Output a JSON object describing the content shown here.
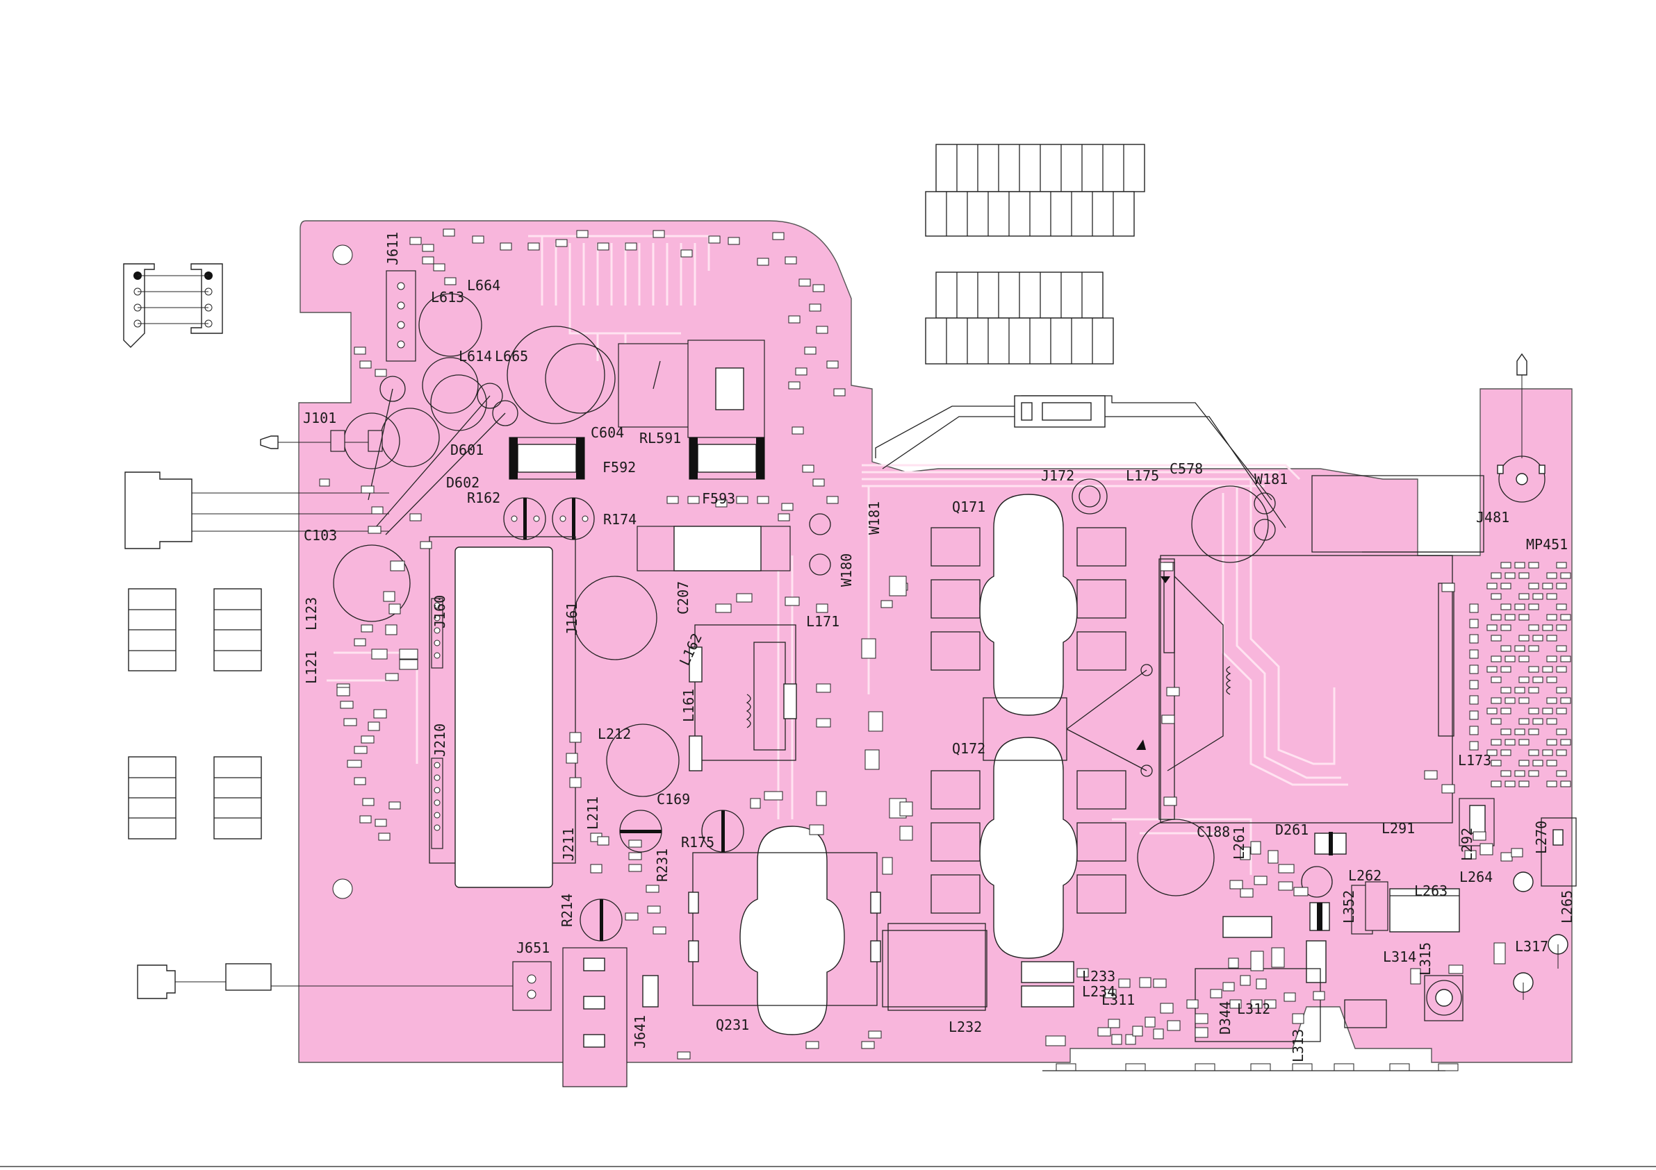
{
  "colors": {
    "board": "#f8b6dc",
    "outline": "#222222",
    "trace": "#ffe3f1",
    "background": "#ffffff"
  },
  "labels": {
    "J611": "J611",
    "L664": "L664",
    "L613": "L613",
    "L614": "L614",
    "L665": "L665",
    "J101": "J101",
    "C604": "C604",
    "RL591": "RL591",
    "D601": "D601",
    "F592": "F592",
    "D602": "D602",
    "R162": "R162",
    "R174": "R174",
    "F593": "F593",
    "C103": "C103",
    "J161": "J161",
    "J160": "J160",
    "C207": "C207",
    "L162": "L162",
    "L121": "L121",
    "L123": "L123",
    "L161": "L161",
    "L212": "L212",
    "J210": "J210",
    "L211": "L211",
    "C169": "C169",
    "R175": "R175",
    "J211": "J211",
    "R231": "R231",
    "R214": "R214",
    "J651": "J651",
    "J641": "J641",
    "Q231": "Q231",
    "L171": "L171",
    "Q171": "Q171",
    "Q172": "Q172",
    "J172": "J172",
    "L175": "L175",
    "C578": "C578",
    "W181": "W181",
    "W180": "W180",
    "W181b": "W181",
    "J481": "J481",
    "MP451": "MP451",
    "L173": "L173",
    "C188": "C188",
    "D261": "D261",
    "L291": "L291",
    "L261": "L261",
    "L292": "L292",
    "L270": "L270",
    "L262": "L262",
    "L263": "L263",
    "L264": "L264",
    "L265": "L265",
    "L352": "L352",
    "L314": "L314",
    "L315": "L315",
    "L317": "L317",
    "L233": "L233",
    "L234": "L234",
    "L311": "L311",
    "L232": "L232",
    "D344": "D344",
    "L312": "L312",
    "L313": "L313"
  }
}
